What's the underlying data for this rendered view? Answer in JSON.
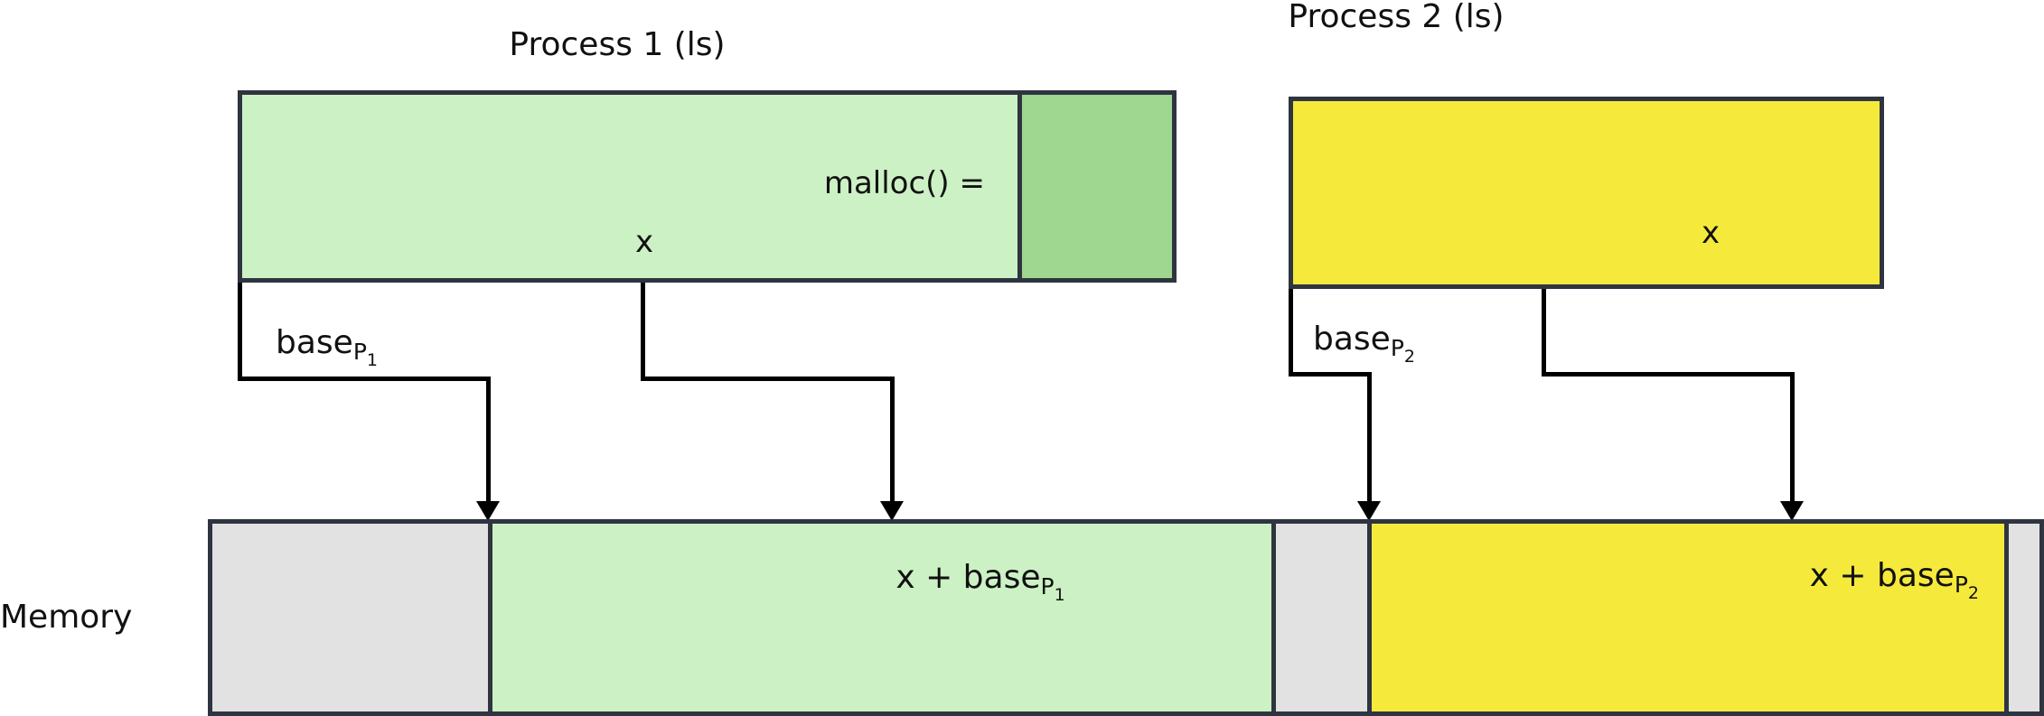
{
  "process1": {
    "title": "Process 1 (ls)",
    "malloc_label": "malloc() =",
    "x_label": "x",
    "base_label": {
      "text": "base",
      "sub": "P",
      "subsub": "1"
    }
  },
  "process2": {
    "title": "Process 2 (ls)",
    "x_label": "x",
    "base_label": {
      "text": "base",
      "sub": "P",
      "subsub": "2"
    }
  },
  "memory": {
    "label": "Memory",
    "p1_region_label": {
      "text": "x + base",
      "sub": "P",
      "subsub": "1"
    },
    "p2_region_label": {
      "text": "x + base",
      "sub": "P",
      "subsub": "2"
    }
  },
  "colors": {
    "process1_fill": "#CCF1C4",
    "process1_allocated_fill": "#9FD690",
    "process2_fill": "#F5EA3C",
    "memory_free_fill": "#E2E2E2",
    "box_border": "#2E3440",
    "connector_line": "#000000",
    "background": "#FFFFFF"
  }
}
